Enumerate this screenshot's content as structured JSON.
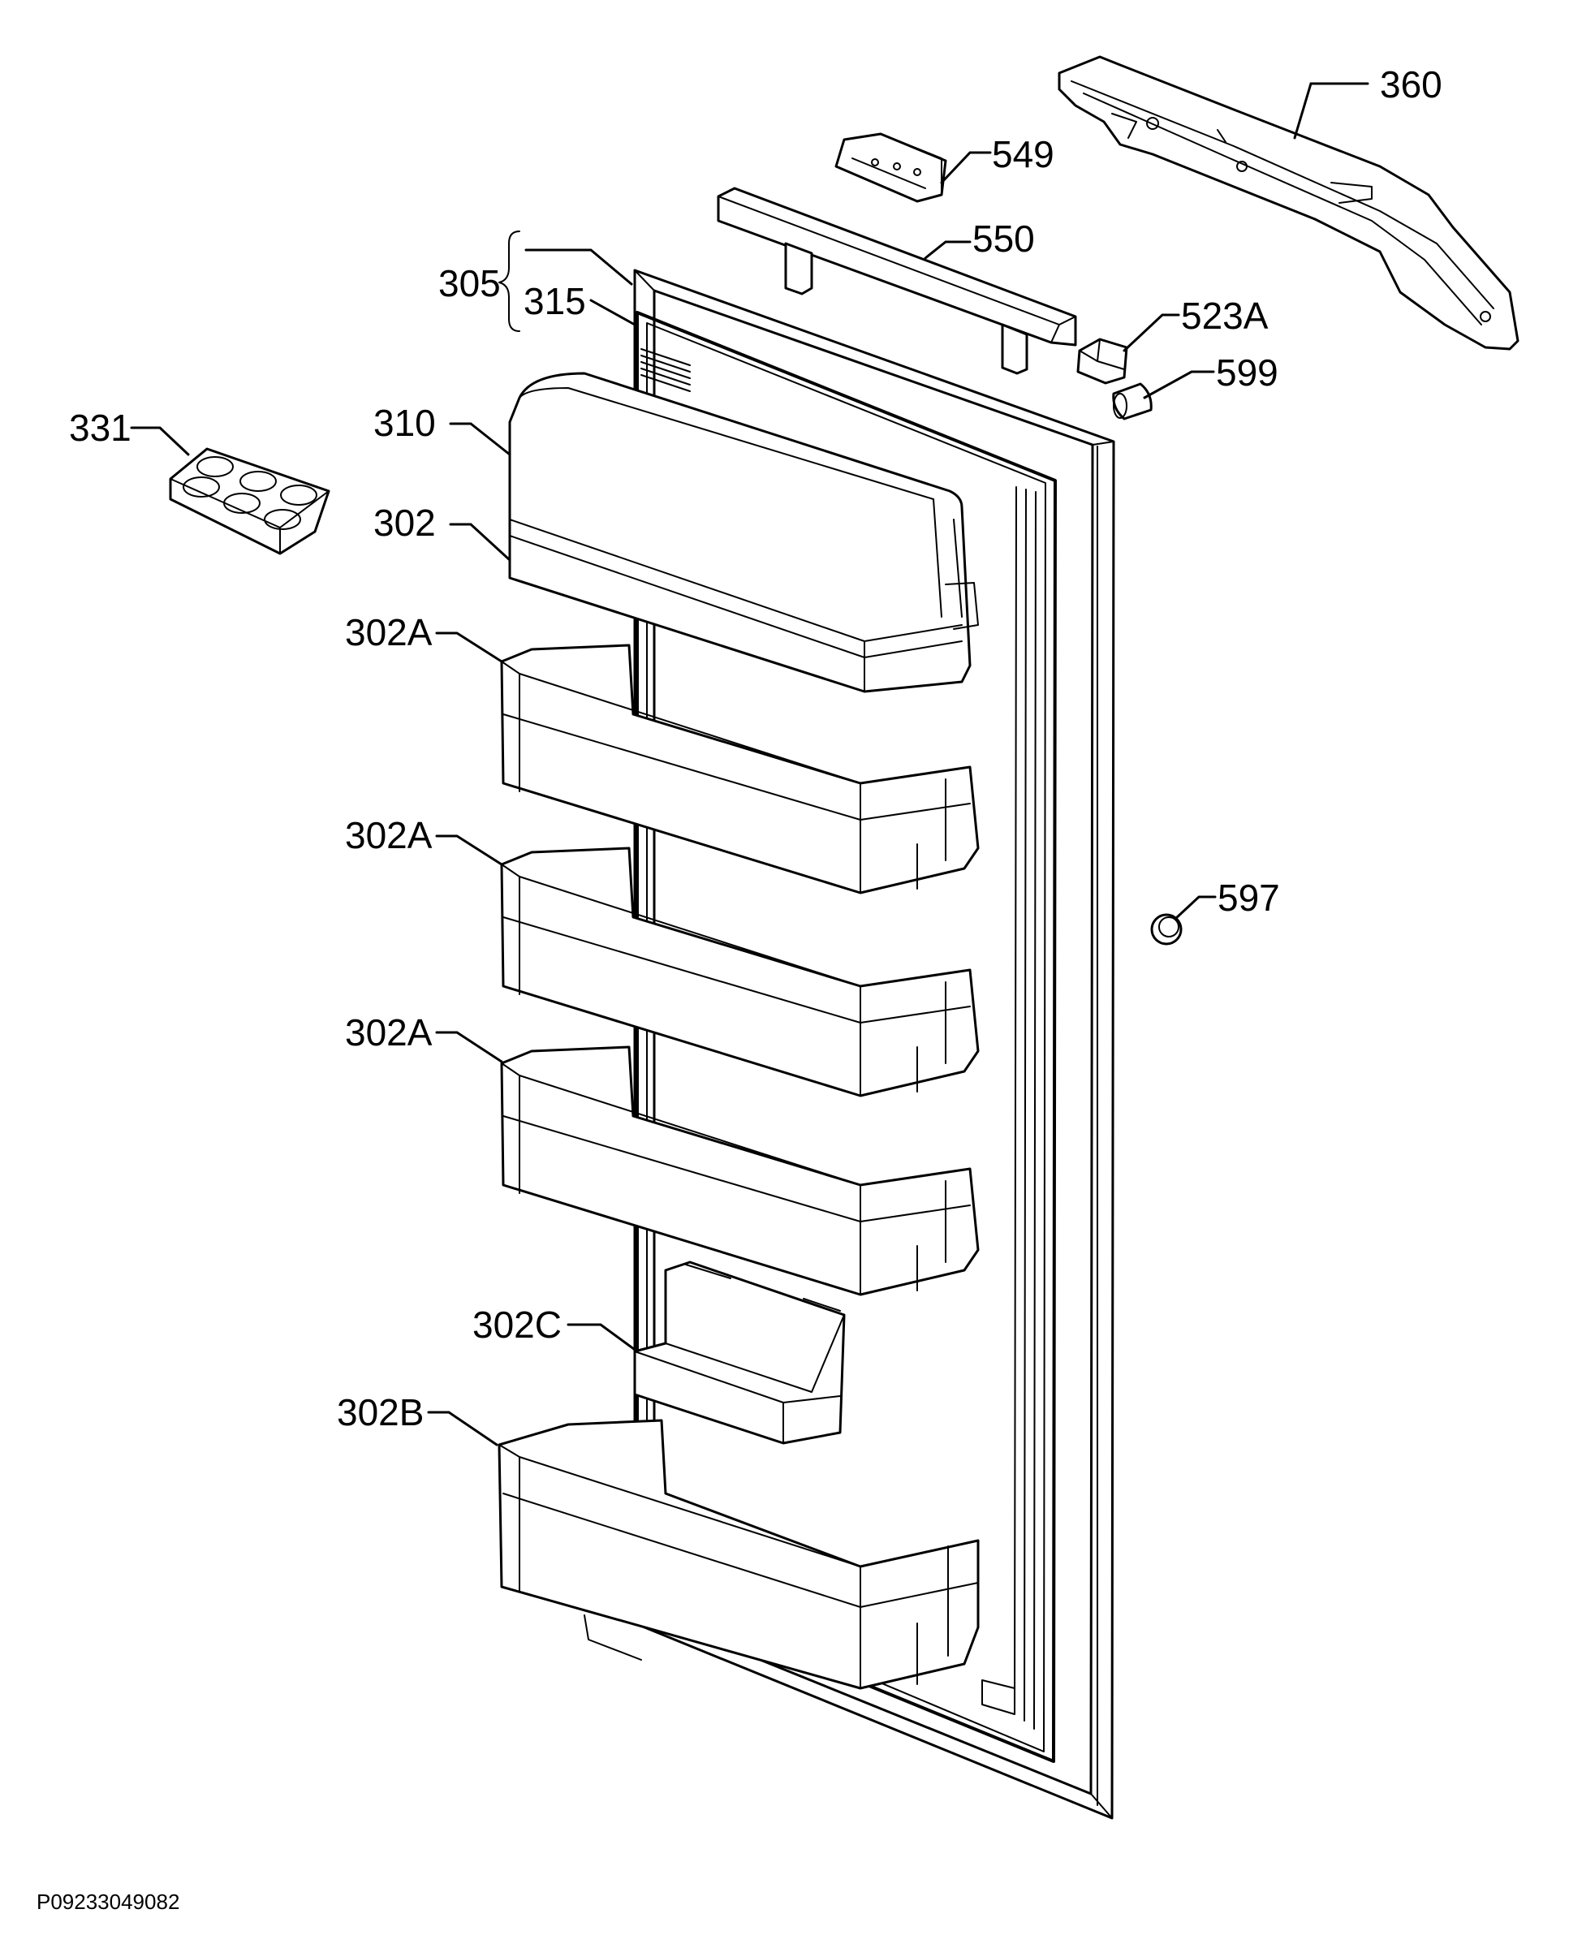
{
  "drawing_code": "P09233049082",
  "labels": {
    "p360": "360",
    "p549": "549",
    "p550": "550",
    "p305": "305",
    "p315": "315",
    "p523A": "523A",
    "p599": "599",
    "p331": "331",
    "p310": "310",
    "p302": "302",
    "p302A_1": "302A",
    "p302A_2": "302A",
    "p302A_3": "302A",
    "p597": "597",
    "p302C": "302C",
    "p302B": "302B"
  }
}
